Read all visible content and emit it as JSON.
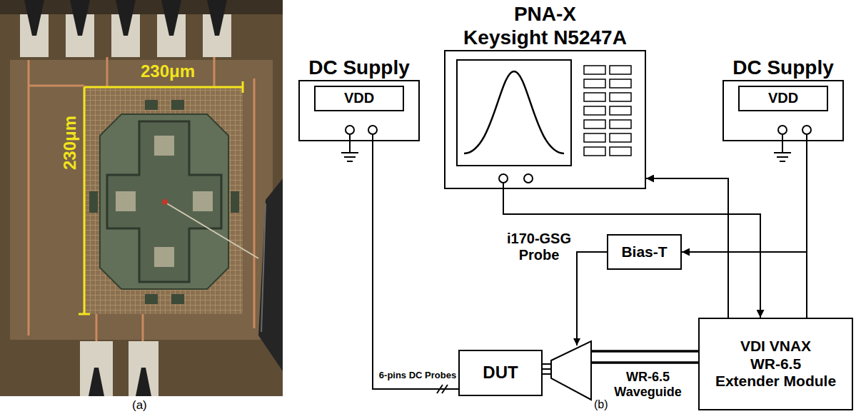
{
  "diagram": {
    "nodes": [
      {
        "text": [
          "DC Supply"
        ]
      },
      {
        "text": [
          "VDD"
        ],
        "in": 0
      },
      {
        "text": [
          "PNA-X",
          "Keysight N5247A"
        ]
      },
      {
        "text": [
          "DC Supply"
        ]
      },
      {
        "text": [
          "VDD"
        ],
        "in": 3
      },
      {
        "text": [
          "Bias-T"
        ]
      },
      {
        "text": [
          "DUT"
        ]
      },
      {
        "text": [
          "VDI VNAX",
          "WR-6.5",
          "Extender Module"
        ]
      }
    ],
    "edges": [
      {
        "from": 0,
        "to": 6,
        "arrow": "none",
        "label": "6-pins DC Probes"
      },
      {
        "from": 2,
        "to": 7,
        "arrow": "to"
      },
      {
        "from": 7,
        "to": 2,
        "arrow": "to"
      },
      {
        "from": 3,
        "to": 7,
        "arrow": "none"
      },
      {
        "from": 3,
        "to": 5,
        "arrow": "to"
      }
    ],
    "labels": [
      "230μm",
      "230μm",
      "(a)",
      "i170-GSG Probe",
      "WR-6.5 Waveguide",
      "(b)"
    ]
  }
}
